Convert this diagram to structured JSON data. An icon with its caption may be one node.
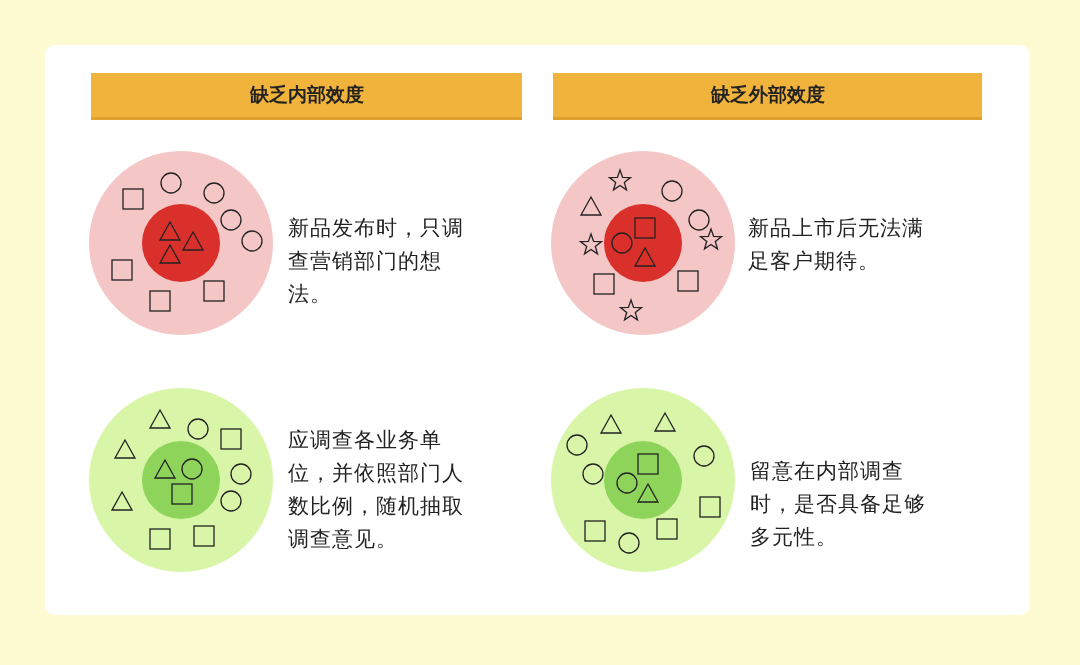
{
  "diagram": {
    "nodes": [
      {
        "text": [
          "缺乏内部效度"
        ]
      },
      {
        "text": [
          "缺乏外部效度"
        ]
      }
    ],
    "labels": [
      "新品发布时，只调查营销部门的想法。",
      "新品上市后无法满足客户期待。",
      "应调查各业务单位，并依照部门人数比例，随机抽取调查意见。",
      "留意在内部调查时，是否具备足够多元性。"
    ]
  }
}
